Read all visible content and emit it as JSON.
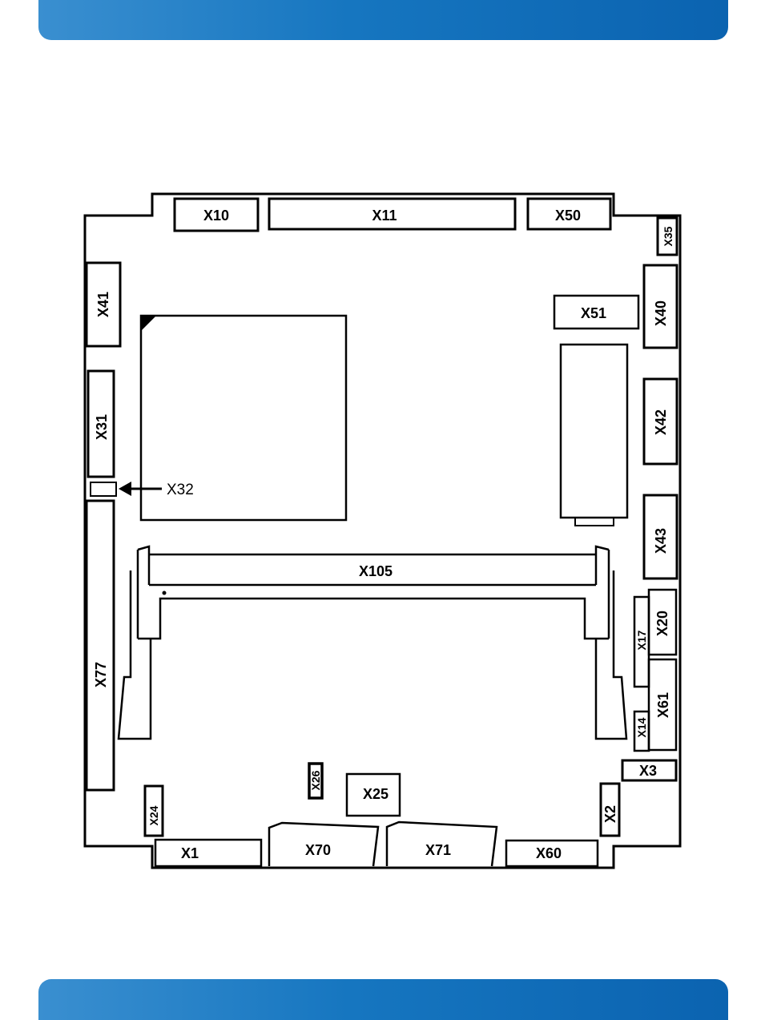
{
  "connectors": {
    "x10": "X10",
    "x11": "X11",
    "x50": "X50",
    "x35": "X35",
    "x41": "X41",
    "x40": "X40",
    "x51": "X51",
    "x31": "X31",
    "x42": "X42",
    "x32": "X32",
    "x43": "X43",
    "x105": "X105",
    "x20": "X20",
    "x17": "X17",
    "x77": "X77",
    "x61": "X61",
    "x14": "X14",
    "x3": "X3",
    "x26": "X26",
    "x25": "X25",
    "x24": "X24",
    "x2": "X2",
    "x1": "X1",
    "x70": "X70",
    "x71": "X71",
    "x60": "X60"
  }
}
